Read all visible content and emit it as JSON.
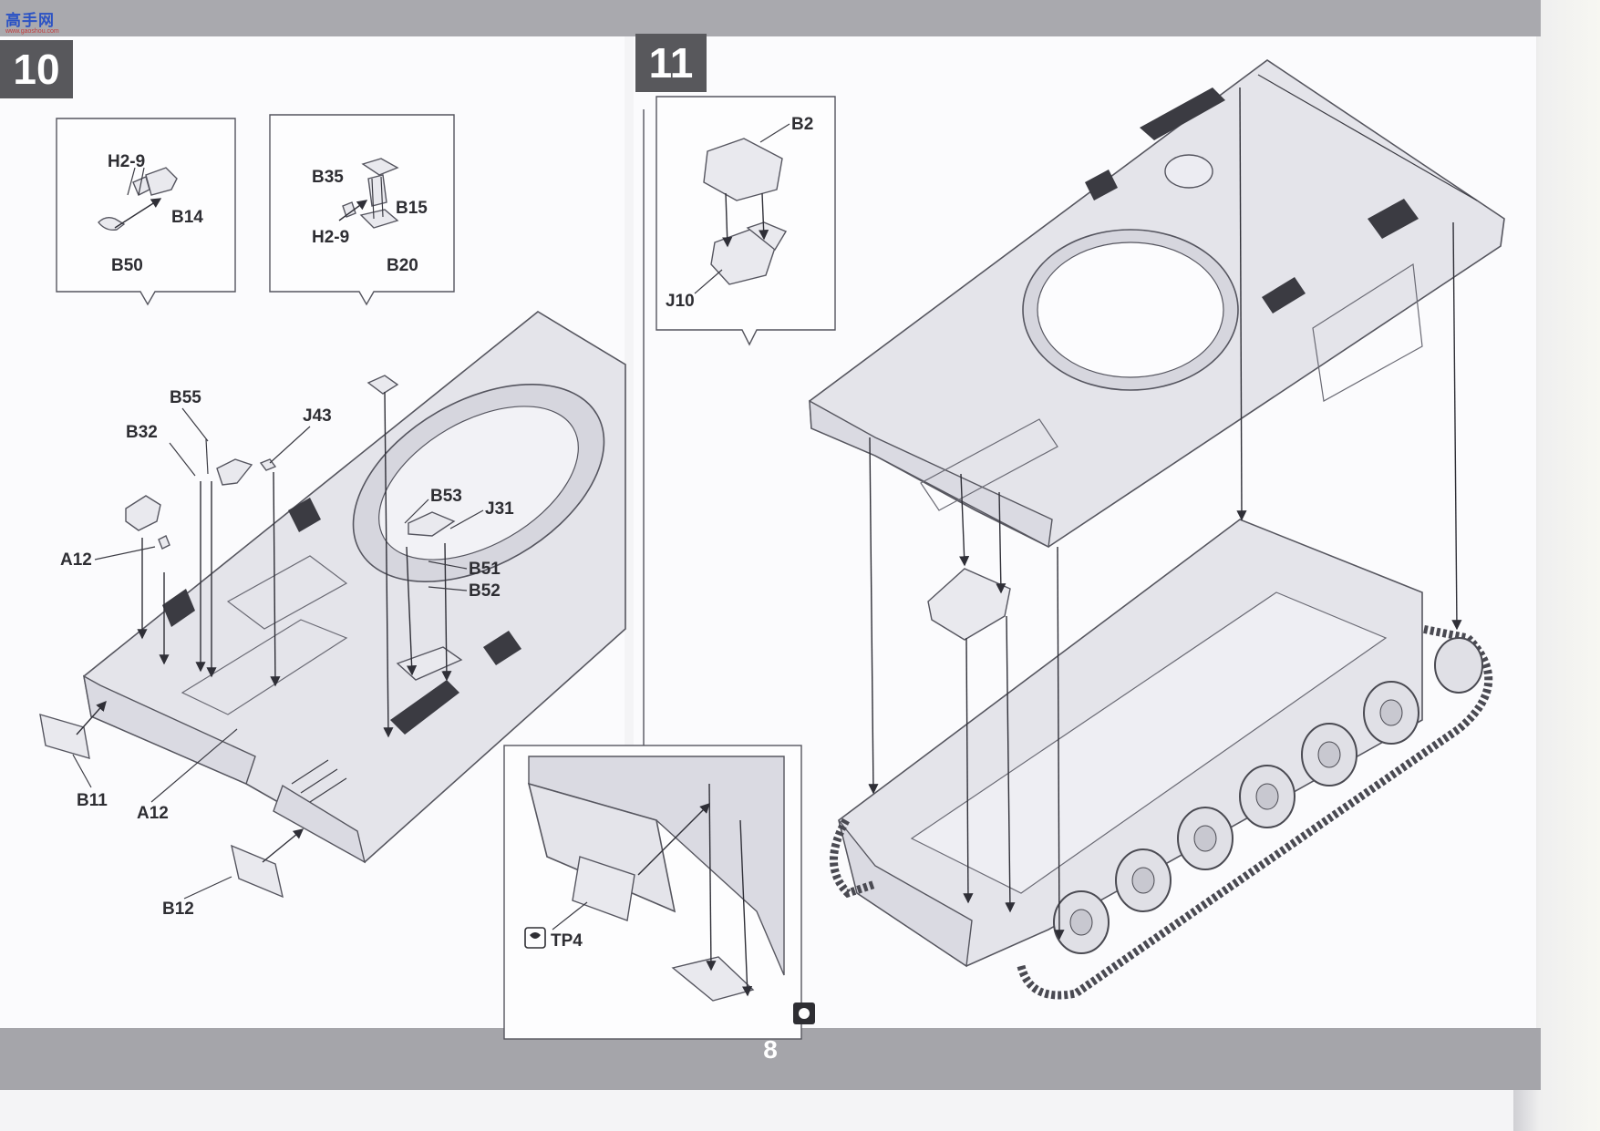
{
  "page": {
    "number": "8",
    "accent_band": "#a9a9ae",
    "badge_color": "#58585c"
  },
  "logo": {
    "text": "高手网",
    "subtext": "www.gaoshou.com"
  },
  "steps": [
    {
      "number": "10",
      "callouts": [
        {
          "labels": [
            "H2-9",
            "B14",
            "B50"
          ]
        },
        {
          "labels": [
            "B35",
            "B15",
            "H2-9",
            "B20"
          ]
        }
      ],
      "labels": [
        "B55",
        "B32",
        "J43",
        "A12",
        "B53",
        "J31",
        "B51",
        "B52",
        "B11",
        "A12",
        "B12"
      ]
    },
    {
      "number": "11",
      "callouts": [
        {
          "labels": [
            "B2",
            "J10"
          ]
        }
      ],
      "inset": {
        "labels": [
          "TP4"
        ]
      }
    }
  ]
}
